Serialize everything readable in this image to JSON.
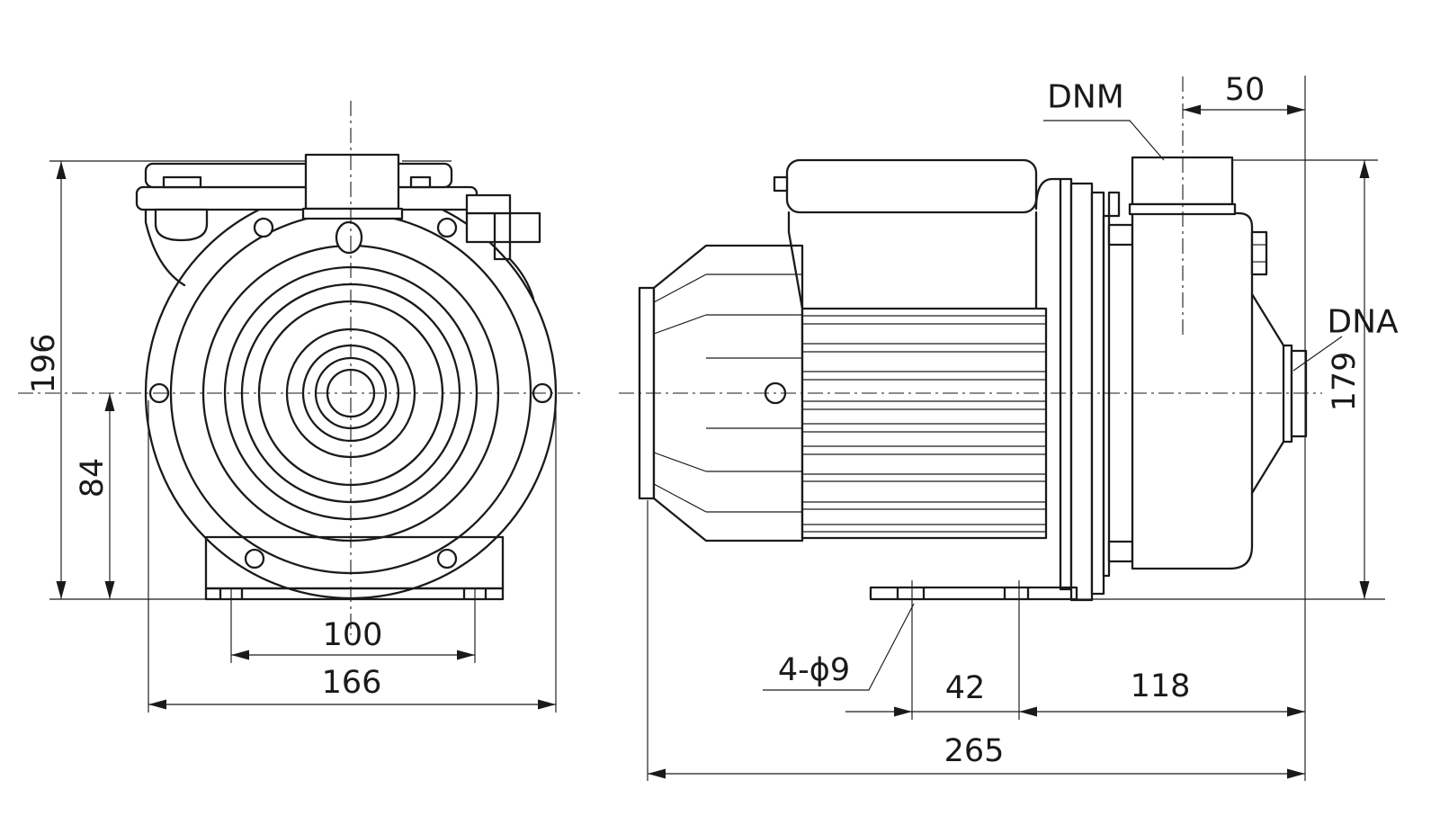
{
  "title": "Pump dimensional drawing, two orthographic views",
  "colors": {
    "background": "#ffffff",
    "line": "#1a1a1a"
  },
  "front_view": {
    "name": "front-view",
    "dim_height_overall": "196",
    "dim_height_axis": "84",
    "dim_foot_hole_spacing": "100",
    "dim_width_overall": "166"
  },
  "side_view": {
    "name": "side-view",
    "label_discharge": "DNM",
    "dim_port_offset": "50",
    "label_suction": "DNA",
    "dim_height_overall": "179",
    "label_foot_holes": "4-ϕ9",
    "dim_foot_spacing": "42",
    "dim_foot_to_face": "118",
    "dim_length_overall": "265"
  }
}
